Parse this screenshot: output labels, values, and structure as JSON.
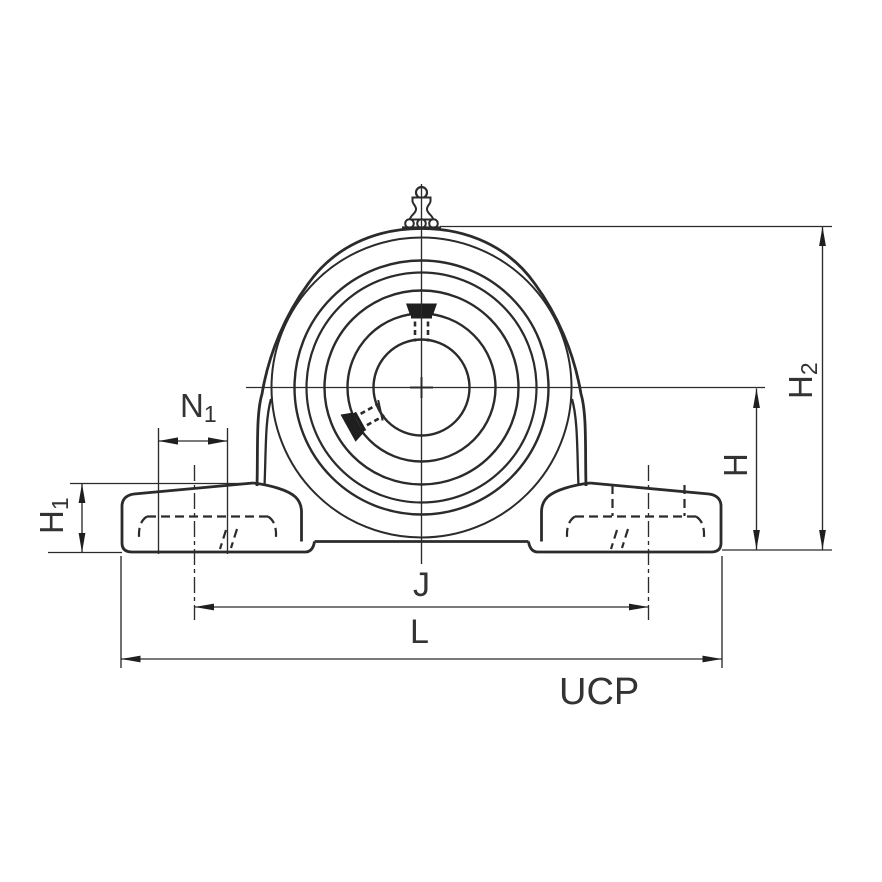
{
  "figure": {
    "labels": {
      "n1": {
        "main": "N",
        "sub": "1"
      },
      "h1": {
        "main": "H",
        "sub": "1"
      },
      "h": {
        "main": "H"
      },
      "h2": {
        "main": "H",
        "sub": "2"
      },
      "j": {
        "main": "J"
      },
      "l": {
        "main": "L"
      },
      "series": {
        "main": "UCP"
      }
    },
    "colors": {
      "ink": "#2b2b2b",
      "label": "#333333",
      "background": "#ffffff"
    }
  }
}
